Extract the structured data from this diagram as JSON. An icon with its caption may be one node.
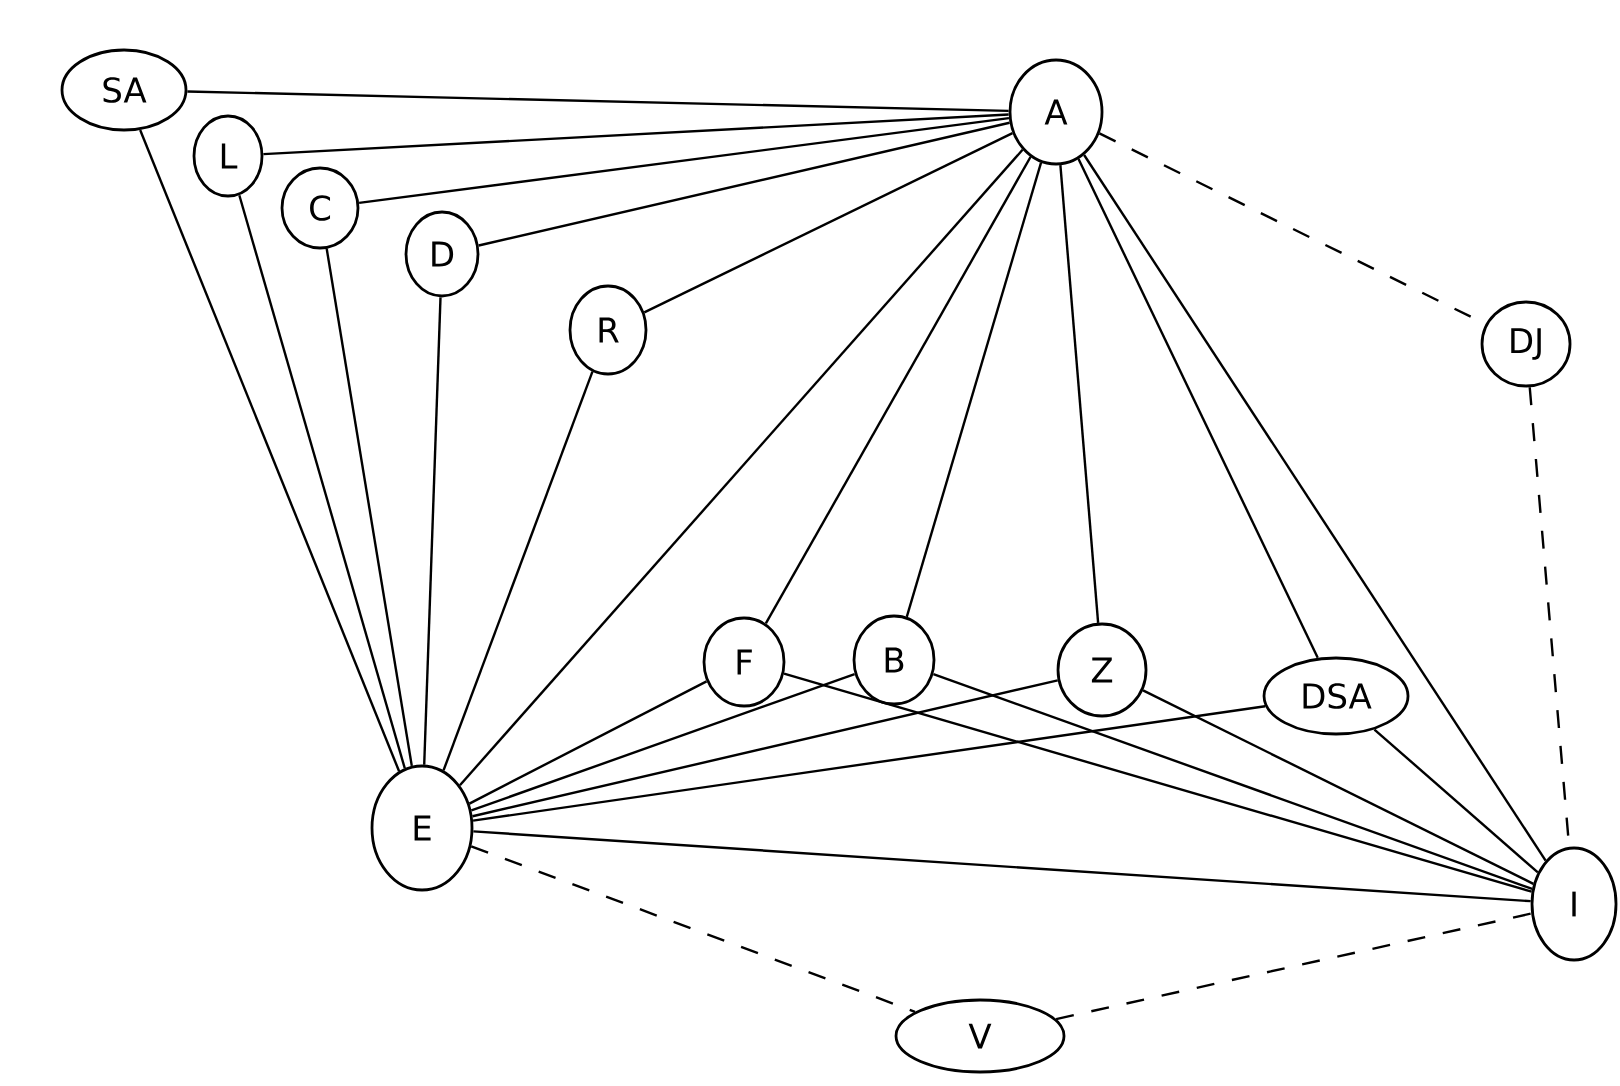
{
  "diagram": {
    "nodes": [
      {
        "text": [
          "SA"
        ]
      },
      {
        "text": [
          "L"
        ]
      },
      {
        "text": [
          "C"
        ]
      },
      {
        "text": [
          "D"
        ]
      },
      {
        "text": [
          "R"
        ]
      },
      {
        "text": [
          "A"
        ]
      },
      {
        "text": [
          "DJ"
        ]
      },
      {
        "text": [
          "F"
        ]
      },
      {
        "text": [
          "B"
        ]
      },
      {
        "text": [
          "Z"
        ]
      },
      {
        "text": [
          "DSA"
        ]
      },
      {
        "text": [
          "E"
        ]
      },
      {
        "text": [
          "I"
        ]
      },
      {
        "text": [
          "V"
        ]
      }
    ],
    "edges": [
      {
        "from": 5,
        "to": 0,
        "arrow": "none"
      },
      {
        "from": 5,
        "to": 1,
        "arrow": "none"
      },
      {
        "from": 5,
        "to": 2,
        "arrow": "none"
      },
      {
        "from": 5,
        "to": 3,
        "arrow": "none"
      },
      {
        "from": 5,
        "to": 4,
        "arrow": "none"
      },
      {
        "from": 5,
        "to": 6,
        "arrow": "none",
        "style": "dashed"
      },
      {
        "from": 5,
        "to": 11,
        "arrow": "none"
      },
      {
        "from": 5,
        "to": 7,
        "arrow": "none"
      },
      {
        "from": 5,
        "to": 8,
        "arrow": "none"
      },
      {
        "from": 5,
        "to": 9,
        "arrow": "none"
      },
      {
        "from": 5,
        "to": 10,
        "arrow": "none"
      },
      {
        "from": 5,
        "to": 12,
        "arrow": "none"
      },
      {
        "from": 11,
        "to": 0,
        "arrow": "none"
      },
      {
        "from": 11,
        "to": 1,
        "arrow": "none"
      },
      {
        "from": 11,
        "to": 2,
        "arrow": "none"
      },
      {
        "from": 11,
        "to": 3,
        "arrow": "none"
      },
      {
        "from": 11,
        "to": 4,
        "arrow": "none"
      },
      {
        "from": 11,
        "to": 7,
        "arrow": "none"
      },
      {
        "from": 11,
        "to": 8,
        "arrow": "none"
      },
      {
        "from": 11,
        "to": 9,
        "arrow": "none"
      },
      {
        "from": 11,
        "to": 10,
        "arrow": "none"
      },
      {
        "from": 11,
        "to": 12,
        "arrow": "none"
      },
      {
        "from": 11,
        "to": 13,
        "arrow": "none",
        "style": "dashed"
      },
      {
        "from": 7,
        "to": 12,
        "arrow": "none"
      },
      {
        "from": 8,
        "to": 12,
        "arrow": "none"
      },
      {
        "from": 9,
        "to": 12,
        "arrow": "none"
      },
      {
        "from": 10,
        "to": 12,
        "arrow": "none"
      },
      {
        "from": 6,
        "to": 12,
        "arrow": "none",
        "style": "dashed"
      },
      {
        "from": 13,
        "to": 12,
        "arrow": "none",
        "style": "dashed"
      }
    ]
  }
}
